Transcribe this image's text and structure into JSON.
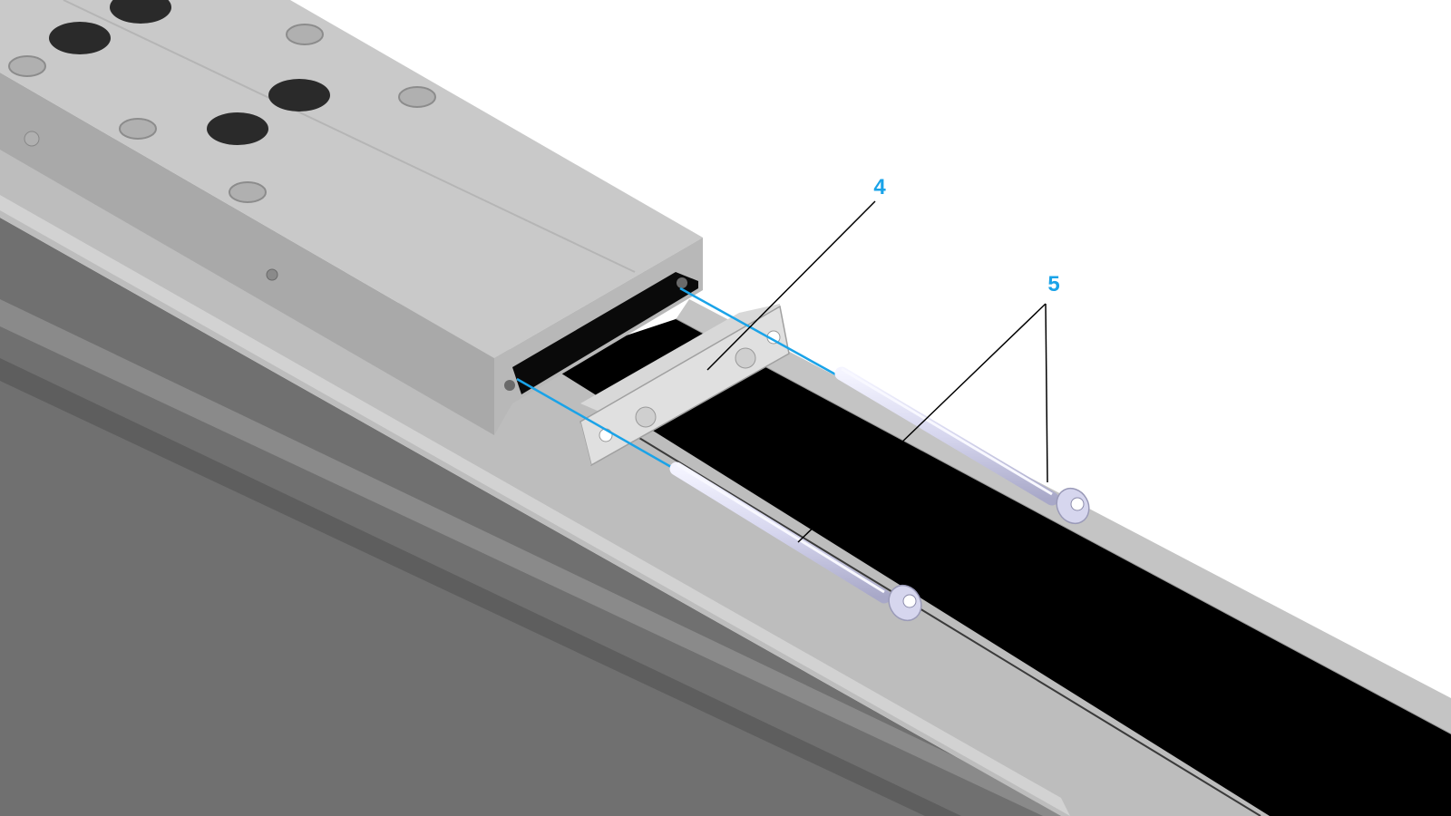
{
  "diagram": {
    "callouts": [
      {
        "id": "4",
        "label": "4",
        "part": "clamp-plate"
      },
      {
        "id": "5",
        "label": "5",
        "part": "cap-screws"
      }
    ],
    "colors": {
      "callout_text": "#1aa3e8",
      "alignment_line": "#1aa3e8",
      "leader_line": "#000000",
      "aluminium_light": "#c9c9c9",
      "aluminium_mid": "#a9a9a9",
      "aluminium_dark": "#6e6e6e",
      "belt": "#000000",
      "screw": "#dcdcf0"
    }
  }
}
